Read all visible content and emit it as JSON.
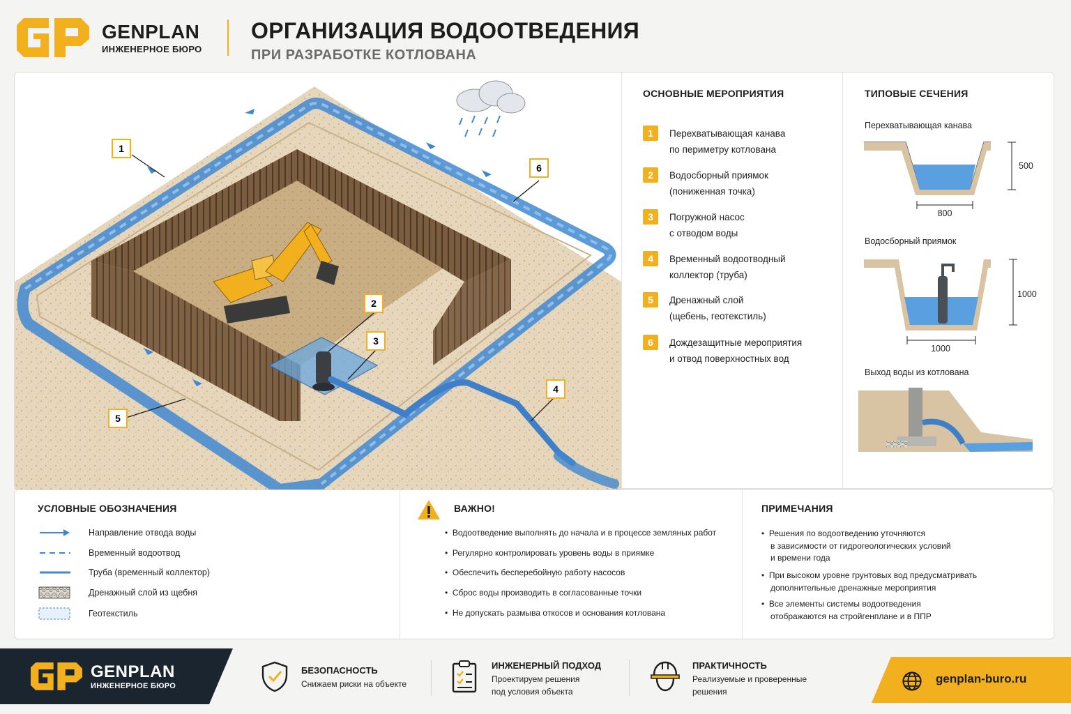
{
  "header": {
    "brand": "GENPLAN",
    "brand_sub": "ИНЖЕНЕРНОЕ БЮРО",
    "title": "ОРГАНИЗАЦИЯ ВОДООТВЕДЕНИЯ",
    "subtitle": "ПРИ РАЗРАБОТКЕ КОТЛОВАНА"
  },
  "diagram": {
    "callouts": [
      "1",
      "2",
      "3",
      "4",
      "5",
      "6"
    ]
  },
  "measures": {
    "title": "ОСНОВНЫЕ МЕРОПРИЯТИЯ",
    "items": [
      {
        "num": "1",
        "text": "Перехватывающая канава\nпо периметру котлована"
      },
      {
        "num": "2",
        "text": "Водосборный приямок\n(пониженная точка)"
      },
      {
        "num": "3",
        "text": "Погружной насос\nс отводом воды"
      },
      {
        "num": "4",
        "text": "Временный водоотводный\nколлектор (труба)"
      },
      {
        "num": "5",
        "text": "Дренажный слой\n(щебень, геотекстиль)"
      },
      {
        "num": "6",
        "text": "Дождезащитные мероприятия\nи отвод поверхностных вод"
      }
    ]
  },
  "sections": {
    "title": "ТИПОВЫЕ СЕЧЕНИЯ",
    "ditch": {
      "label": "Перехватывающая канава",
      "depth": "500",
      "width": "800"
    },
    "sump": {
      "label": "Водосборный приямок",
      "depth": "1000",
      "width": "1000"
    },
    "outlet": {
      "label": "Выход воды из котлована"
    }
  },
  "legend": {
    "title": "УСЛОВНЫЕ ОБОЗНАЧЕНИЯ",
    "items": [
      {
        "icon": "arrow-line",
        "text": "Направление отвода воды"
      },
      {
        "icon": "dashed-line",
        "text": "Временный водоотвод"
      },
      {
        "icon": "solid-line",
        "text": "Труба (временный коллектор)"
      },
      {
        "icon": "gravel-hatch",
        "text": "Дренажный слой из щебня"
      },
      {
        "icon": "geotextile-hatch",
        "text": "Геотекстиль"
      }
    ]
  },
  "important": {
    "title": "ВАЖНО!",
    "items": [
      "Водоотведение выполнять до начала и в процессе земляных работ",
      "Регулярно контролировать уровень воды в приямке",
      "Обеспечить бесперебойную работу насосов",
      "Сброс воды производить в согласованные точки",
      "Не допускать размыва откосов и основания котлована"
    ]
  },
  "notes": {
    "title": "ПРИМЕЧАНИЯ",
    "items": [
      "Решения по водоотведению уточняются\nв зависимости от гидрогеологических условий\nи времени года",
      "При высоком уровне грунтовых вод предусматривать\nдополнительные дренажные мероприятия",
      "Все элементы системы водоотведения\nотображаются на стройгенплане и в ППР"
    ]
  },
  "footer": {
    "brand": "GENPLAN",
    "brand_sub": "ИНЖЕНЕРНОЕ БЮРО",
    "features": [
      {
        "title": "БЕЗОПАСНОСТЬ",
        "text": "Снижаем риски на объекте"
      },
      {
        "title": "ИНЖЕНЕРНЫЙ ПОДХОД",
        "text": "Проектируем решения\nпод условия объекта"
      },
      {
        "title": "ПРАКТИЧНОСТЬ",
        "text": "Реализуемые и проверенные\nрешения"
      }
    ],
    "site": "genplan-buro.ru"
  },
  "colors": {
    "accent": "#f2b01e",
    "water": "#3f88d1",
    "dark": "#1b2530",
    "soil": "#d8c4a3"
  }
}
